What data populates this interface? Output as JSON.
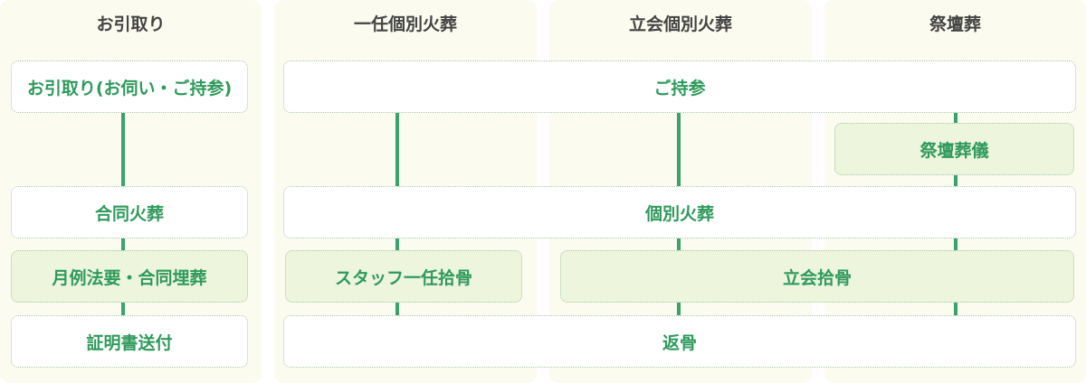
{
  "colors": {
    "accent": "#2f9a5c",
    "column_bg": "#fbfbef",
    "highlight_bg": "#edf5dc"
  },
  "headers": {
    "col1": "お引取り",
    "col2": "一任個別火葬",
    "col3": "立会個別火葬",
    "col4": "祭壇葬"
  },
  "steps": {
    "pickup": "お引取り(お伺い・ご持参)",
    "bring": "ご持参",
    "altar_ceremony": "祭壇葬儀",
    "joint_cremation": "合同火葬",
    "individual_cremation": "個別火葬",
    "monthly_memorial": "月例法要・合同埋葬",
    "staff_bone_collection": "スタッフ一任拾骨",
    "attended_bone_collection": "立会拾骨",
    "certificate": "証明書送付",
    "return_bones": "返骨"
  }
}
